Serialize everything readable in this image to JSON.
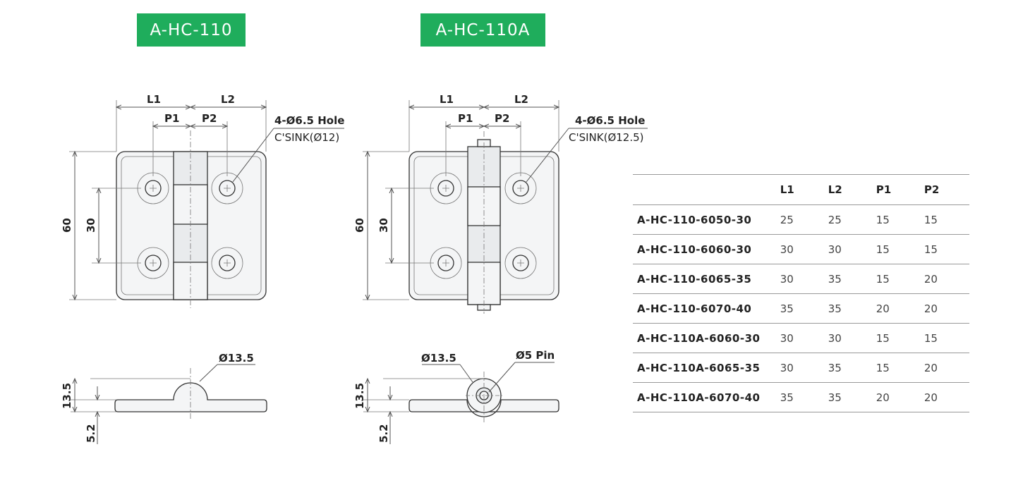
{
  "titles": {
    "left": "A-HC-110",
    "right": "A-HC-110A"
  },
  "left_drawing": {
    "dim_l1": "L1",
    "dim_l2": "L2",
    "dim_p1": "P1",
    "dim_p2": "P2",
    "hole_note_1": "4-Ø6.5 Hole",
    "hole_note_2": "C'SINK(Ø12)",
    "height": "60",
    "hole_spacing": "30",
    "knuckle_dia": "Ø13.5",
    "side_height": "13.5",
    "thickness": "5.2"
  },
  "right_drawing": {
    "dim_l1": "L1",
    "dim_l2": "L2",
    "dim_p1": "P1",
    "dim_p2": "P2",
    "hole_note_1": "4-Ø6.5 Hole",
    "hole_note_2": "C'SINK(Ø12.5)",
    "height": "60",
    "hole_spacing": "30",
    "knuckle_dia": "Ø13.5",
    "pin_note": "Ø5 Pin",
    "side_height": "13.5",
    "thickness": "5.2"
  },
  "table": {
    "headers": [
      "",
      "L1",
      "L2",
      "P1",
      "P2"
    ],
    "rows": [
      [
        "A-HC-110-6050-30",
        "25",
        "25",
        "15",
        "15"
      ],
      [
        "A-HC-110-6060-30",
        "30",
        "30",
        "15",
        "15"
      ],
      [
        "A-HC-110-6065-35",
        "30",
        "35",
        "15",
        "20"
      ],
      [
        "A-HC-110-6070-40",
        "35",
        "35",
        "20",
        "20"
      ],
      [
        "A-HC-110A-6060-30",
        "30",
        "30",
        "15",
        "15"
      ],
      [
        "A-HC-110A-6065-35",
        "30",
        "35",
        "15",
        "20"
      ],
      [
        "A-HC-110A-6070-40",
        "35",
        "35",
        "20",
        "20"
      ]
    ]
  },
  "colors": {
    "tag_bg": "#1fad5c",
    "tag_text": "#ffffff"
  }
}
